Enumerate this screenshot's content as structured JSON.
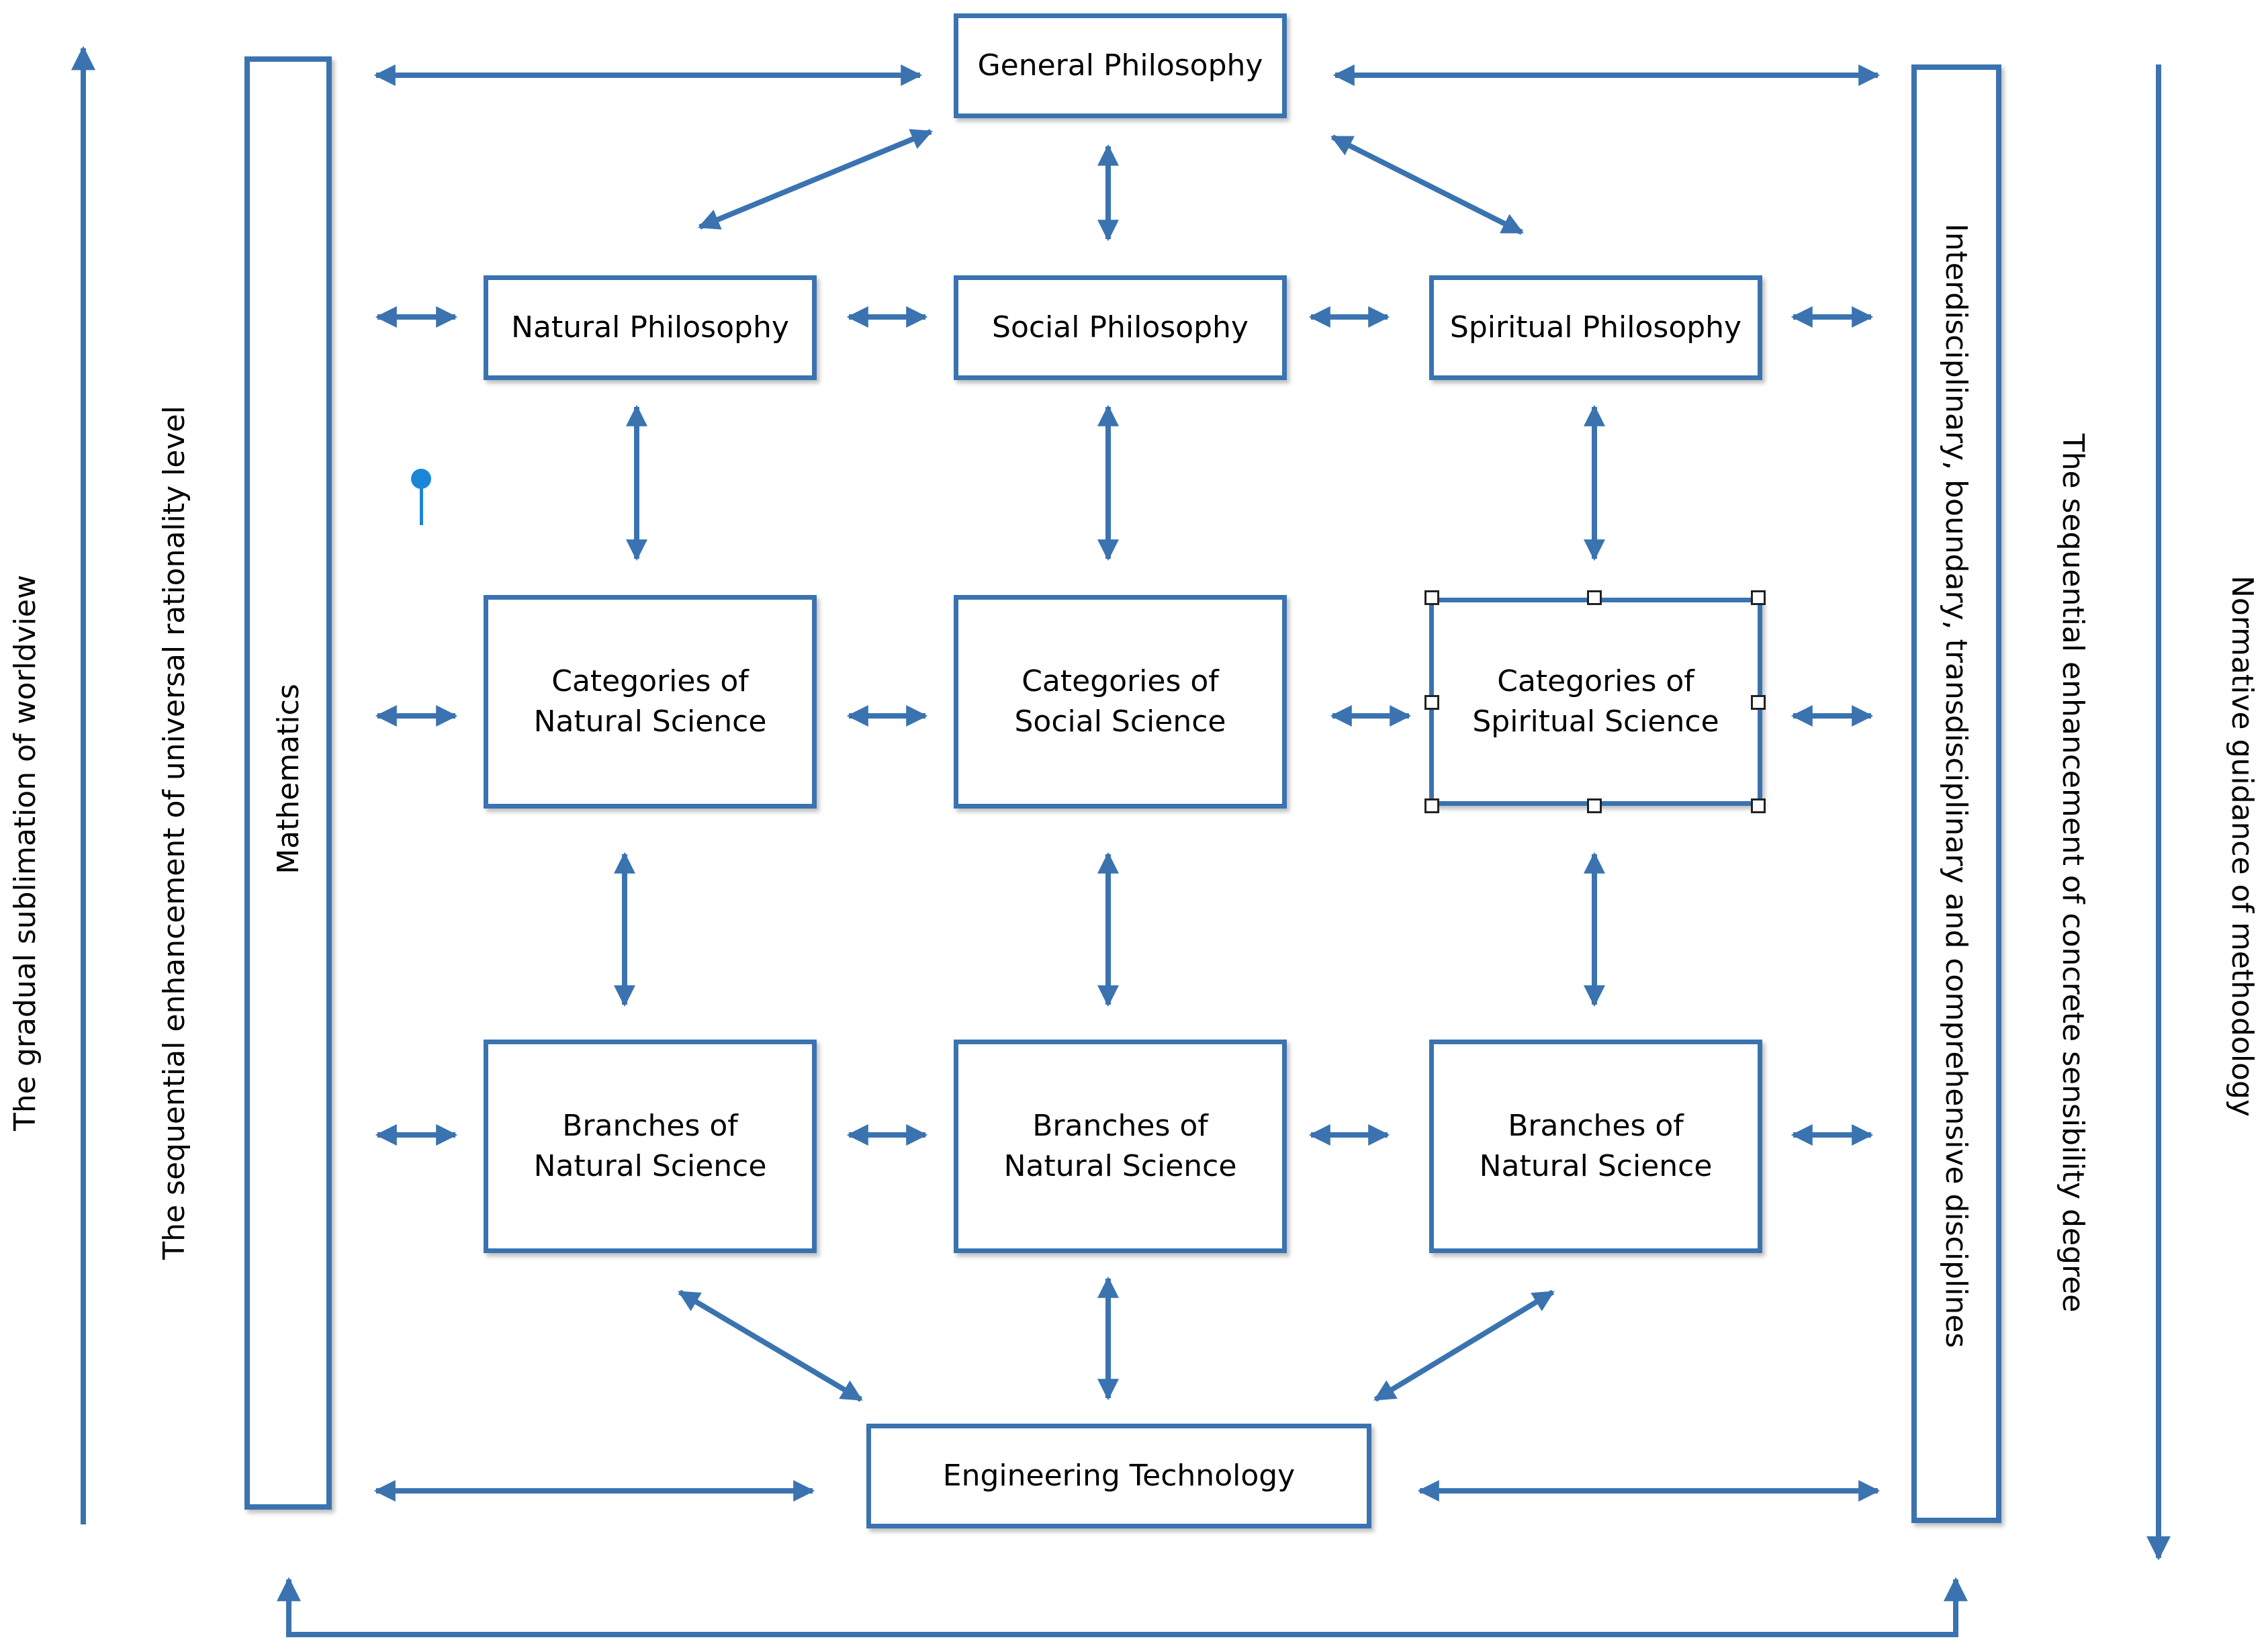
{
  "diagram": {
    "nodes": {
      "general_philosophy": "General Philosophy",
      "natural_philosophy": "Natural Philosophy",
      "social_philosophy": "Social Philosophy",
      "spiritual_philosophy": "Spiritual Philosophy",
      "categories_natural": "Categories of\nNatural Science",
      "categories_social": "Categories of\nSocial Science",
      "categories_spiritual": "Categories of\nSpiritual Science",
      "branches_1": "Branches of\nNatural Science",
      "branches_2": "Branches of\nNatural Science",
      "branches_3": "Branches of\nNatural Science",
      "engineering_technology": "Engineering Technology"
    },
    "bars": {
      "mathematics": "Mathematics",
      "interdisciplinary": "Interdisciplinary, boundary, transdisciplinary and comprehensive disciplines"
    },
    "side_labels": {
      "worldview": "The gradual sublimation of worldview",
      "rationality": "The sequential enhancement of universal rationality level",
      "sensibility": "The sequential enhancement of concrete sensibility degree",
      "methodology": "Normative guidance of methodology"
    },
    "arrow_color": "#3a73b0",
    "selected_node": "categories_spiritual"
  }
}
